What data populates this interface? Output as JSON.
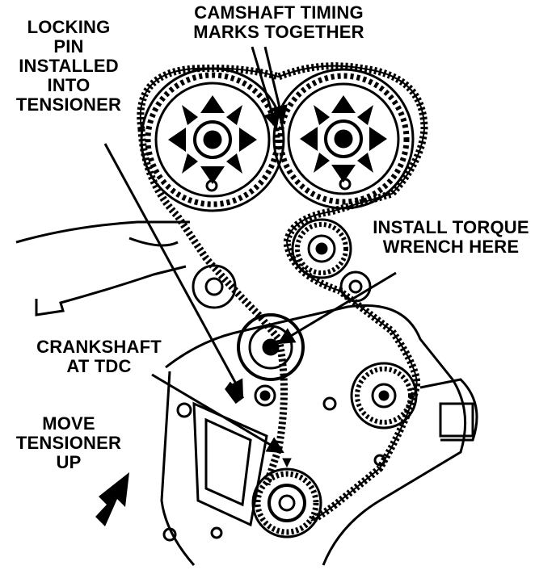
{
  "labels": {
    "locking_pin": [
      "LOCKING",
      "PIN",
      "INSTALLED",
      "INTO",
      "TENSIONER"
    ],
    "camshaft": [
      "CAMSHAFT TIMING",
      "MARKS TOGETHER"
    ],
    "torque": [
      "INSTALL TORQUE",
      "WRENCH HERE"
    ],
    "crankshaft": [
      "CRANKSHAFT",
      "AT TDC"
    ],
    "move_tensioner": [
      "MOVE",
      "TENSIONER",
      "UP"
    ]
  },
  "colors": {
    "ink": "#000000",
    "paper": "#ffffff"
  }
}
